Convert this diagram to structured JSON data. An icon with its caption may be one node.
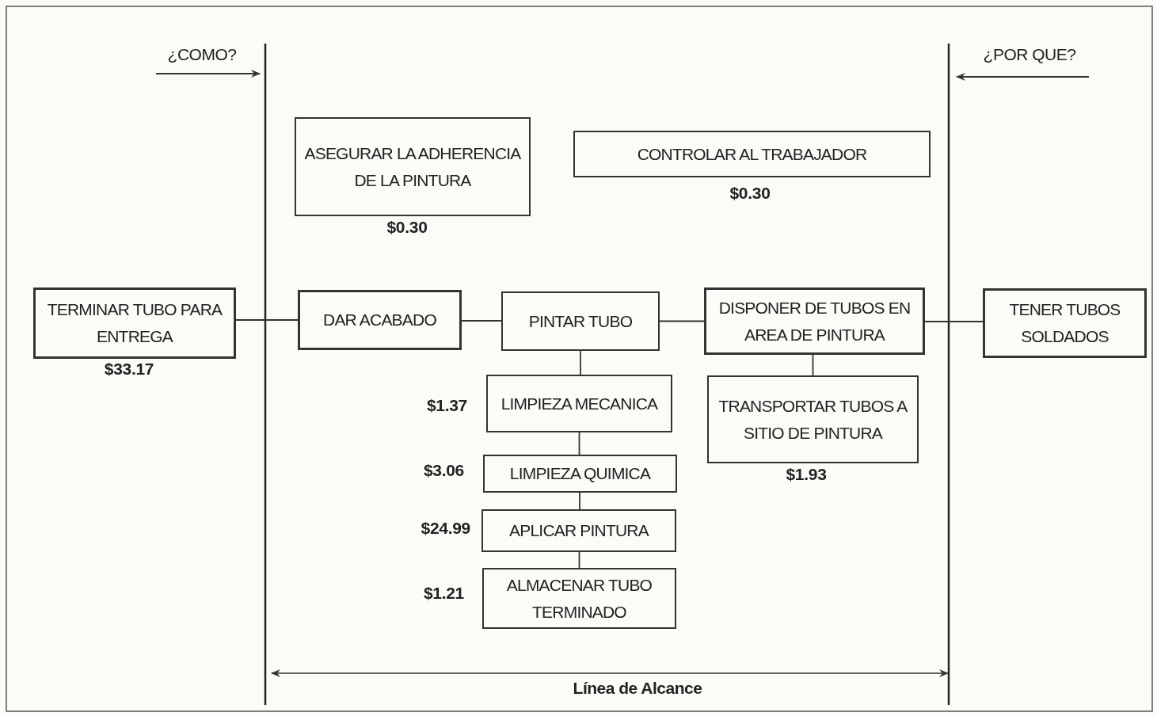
{
  "diagram": {
    "nodes": [
      {
        "text": [
          "ASEGURAR LA ADHERENCIA DE LA PINTURA"
        ],
        "beside": [
          "$0.30"
        ]
      },
      {
        "text": [
          "CONTROLAR AL TRABAJADOR"
        ],
        "beside": [
          "$0.30"
        ]
      },
      {
        "text": [
          "TERMINAR TUBO PARA ENTREGA"
        ],
        "beside": [
          "$33.17"
        ]
      },
      {
        "text": [
          "DAR ACABADO"
        ]
      },
      {
        "text": [
          "PINTAR TUBO"
        ]
      },
      {
        "text": [
          "DISPONER DE TUBOS EN AREA DE PINTURA"
        ]
      },
      {
        "text": [
          "TENER TUBOS SOLDADOS"
        ]
      },
      {
        "text": [
          "LIMPIEZA MECANICA"
        ],
        "beside": [
          "$1.37"
        ]
      },
      {
        "text": [
          "LIMPIEZA QUIMICA"
        ],
        "beside": [
          "$3.06"
        ]
      },
      {
        "text": [
          "TRANSPORTAR TUBOS A SITIO DE PINTURA"
        ],
        "beside": [
          "$1.93"
        ]
      },
      {
        "text": [
          "APLICAR PINTURA"
        ],
        "beside": [
          "$24.99"
        ]
      },
      {
        "text": [
          "ALMACENAR TUBO TERMINADO"
        ],
        "beside": [
          "$1.21"
        ]
      }
    ],
    "edges": [
      {
        "from": 2,
        "to": 3,
        "arrow": "none"
      },
      {
        "from": 3,
        "to": 4,
        "arrow": "none"
      },
      {
        "from": 4,
        "to": 5,
        "arrow": "none"
      },
      {
        "from": 5,
        "to": 6,
        "arrow": "none"
      },
      {
        "from": 4,
        "to": 7,
        "arrow": "none"
      },
      {
        "from": 7,
        "to": 8,
        "arrow": "none"
      },
      {
        "from": 8,
        "to": 10,
        "arrow": "none"
      },
      {
        "from": 10,
        "to": 11,
        "arrow": "none"
      },
      {
        "from": 5,
        "to": 9,
        "arrow": "none"
      }
    ],
    "labels": [
      "¿COMO?",
      "¿POR QUE?",
      "Línea de Alcance"
    ]
  }
}
